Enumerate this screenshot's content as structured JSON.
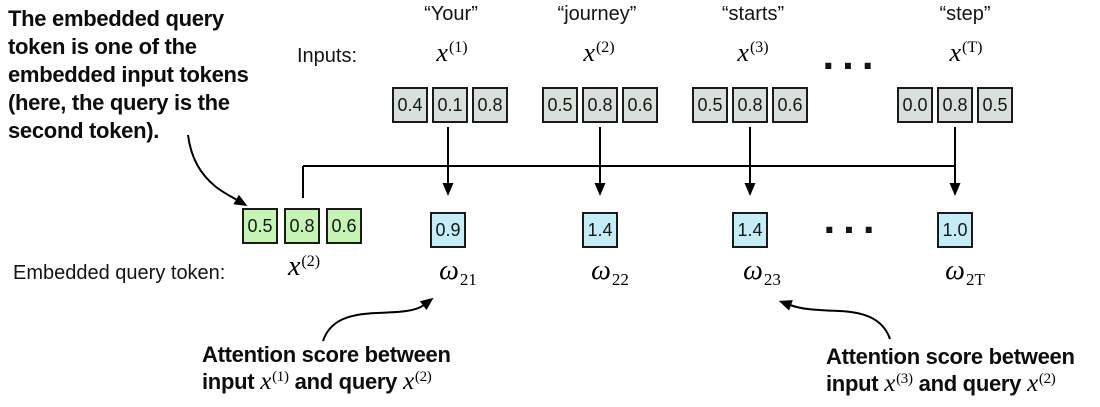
{
  "note": {
    "lines": [
      "The embedded query",
      "token is one of the",
      "embedded input tokens",
      "(here, the query is the",
      "second token)."
    ]
  },
  "inputs_label": "Inputs:",
  "x_symbol": "x",
  "omega_symbol": "ω",
  "ellipsis": "...",
  "columns": [
    {
      "word": "“Your”",
      "sup": "(1)",
      "vector": [
        "0.4",
        "0.1",
        "0.8"
      ],
      "score": "0.9",
      "score_sub": "21"
    },
    {
      "word": "“journey”",
      "sup": "(2)",
      "vector": [
        "0.5",
        "0.8",
        "0.6"
      ],
      "score": "1.4",
      "score_sub": "22"
    },
    {
      "word": "“starts”",
      "sup": "(3)",
      "vector": [
        "0.5",
        "0.8",
        "0.6"
      ],
      "score": "1.4",
      "score_sub": "23"
    },
    {
      "word": "“step”",
      "sup": "(T)",
      "vector": [
        "0.0",
        "0.8",
        "0.5"
      ],
      "score": "1.0",
      "score_sub": "2T"
    }
  ],
  "query": {
    "label": "Embedded query token:",
    "sup": "(2)",
    "vector": [
      "0.5",
      "0.8",
      "0.6"
    ]
  },
  "annotations": {
    "left": {
      "line1": "Attention score between",
      "pre": "input",
      "input_sup": "(1)",
      "mid": "and query",
      "query_sup": "(2)"
    },
    "right": {
      "line1": "Attention score between",
      "pre": "input",
      "input_sup": "(3)",
      "mid": "and query",
      "query_sup": "(2)"
    }
  },
  "colors": {
    "input_box_fill": "#d9e0db",
    "query_box_fill": "#c6f4b4",
    "score_box_fill": "#c4edf8",
    "line_color": "#000000"
  }
}
